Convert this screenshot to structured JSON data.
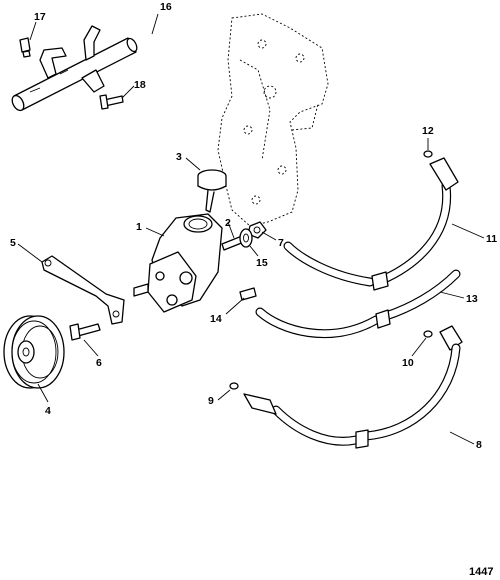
{
  "callouts": {
    "c1": "1",
    "c2": "2",
    "c3": "3",
    "c4": "4",
    "c5": "5",
    "c6": "6",
    "c7": "7",
    "c8": "8",
    "c9": "9",
    "c10": "10",
    "c11": "11",
    "c12": "12",
    "c13": "13",
    "c14": "14",
    "c15": "15",
    "c16": "16",
    "c17": "17",
    "c18": "18"
  },
  "reference_number": "1447"
}
